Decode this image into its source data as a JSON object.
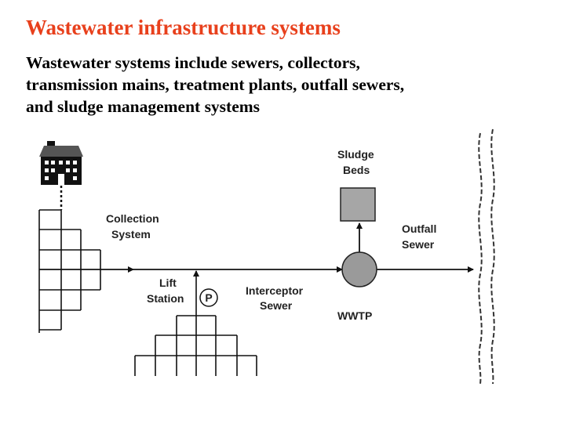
{
  "slide": {
    "title": "Wastewater infrastructure systems",
    "body_lines": [
      "Wastewater systems include sewers, collectors,",
      "transmission mains, treatment plants, outfall sewers,",
      "and sludge management systems"
    ]
  },
  "diagram": {
    "labels": {
      "collection_line1": "Collection",
      "collection_line2": "System",
      "lift_line1": "Lift",
      "lift_line2": "Station",
      "pump_symbol": "P",
      "interceptor_line1": "Interceptor",
      "interceptor_line2": "Sewer",
      "sludge_line1": "Sludge",
      "sludge_line2": "Beds",
      "outfall_line1": "Outfall",
      "outfall_line2": "Sewer",
      "wwtp": "WWTP"
    },
    "icons": [
      "house-icon",
      "pump-icon",
      "treatment-plant-icon",
      "sludge-bed-icon",
      "receiving-water-icon"
    ],
    "colors": {
      "title": "#e8401c",
      "wwtp_fill": "#9a9a9a",
      "sludge_fill": "#a6a6a6"
    }
  }
}
